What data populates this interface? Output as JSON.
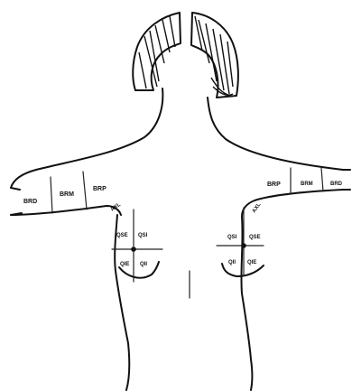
{
  "labels": {
    "right_arm": {
      "distal": "BRD",
      "medial": "BRM",
      "proximal": "BRP"
    },
    "left_arm": {
      "proximal": "BRP",
      "medial": "BRM",
      "distal": "BRD"
    },
    "right_breast": {
      "axilla": "AXL",
      "upper_outer": "QSE",
      "upper_inner": "QSI",
      "lower_outer": "QIE",
      "lower_inner": "QII"
    },
    "left_breast": {
      "axilla": "AXL",
      "upper_inner": "QSI",
      "upper_outer": "QSE",
      "lower_inner": "QII",
      "lower_outer": "QIE"
    }
  }
}
